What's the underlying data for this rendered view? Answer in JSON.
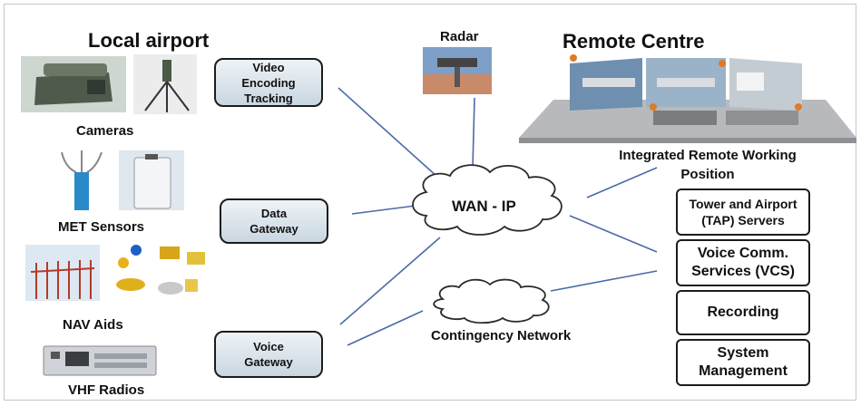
{
  "headings": {
    "local": "Local  airport",
    "remote": "Remote Centre",
    "radar": "Radar"
  },
  "local": {
    "cameras": "Cameras",
    "met": "MET Sensors",
    "nav": "NAV Aids",
    "vhf": "VHF Radios"
  },
  "gateways": {
    "video": [
      "Video",
      "Encoding",
      "Tracking"
    ],
    "data": [
      "Data",
      "Gateway"
    ],
    "voice": [
      "Voice",
      "Gateway"
    ]
  },
  "network": {
    "wan": "WAN - IP",
    "contingency": "Contingency Network"
  },
  "remote": {
    "irwp": [
      "Integrated Remote Working",
      "Position"
    ],
    "tap": [
      "Tower and Airport",
      "(TAP) Servers"
    ],
    "vcs": [
      "Voice Comm.",
      "Services (VCS)"
    ],
    "recording": "Recording",
    "sysmgmt": [
      "System",
      "Management"
    ]
  },
  "colors": {
    "link": "#4a6aa8",
    "box_border": "#1c1c1c"
  }
}
